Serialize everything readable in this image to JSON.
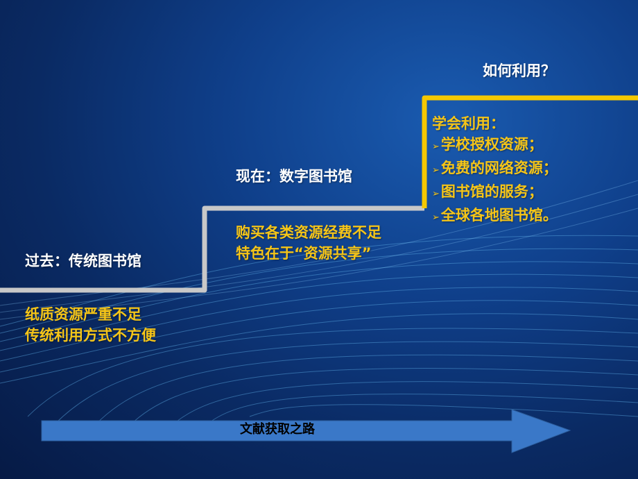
{
  "slide": {
    "background_color": "#0f3f8a",
    "step1": {
      "title": "过去：传统图书馆",
      "lines": [
        "纸质资源严重不足",
        "传统利用方式不方便"
      ],
      "line_color": "#c8c8c8"
    },
    "step2": {
      "title": "现在：数字图书馆",
      "lines": [
        "购买各类资源经费不足",
        "特色在于“资源共享”"
      ],
      "line_color": "#c8c8c8"
    },
    "step3": {
      "title": "如何利用？",
      "heading": "学会利用：",
      "bullets": [
        "学校授权资源；",
        "免费的网络资源；",
        "图书馆的服务；",
        "全球各地图书馆。"
      ],
      "bullet_icon": "arrowhead-bullet-icon",
      "line_color": "#f5c800"
    },
    "arrow": {
      "label": "文献获取之路",
      "color": "#3a78c8"
    }
  }
}
